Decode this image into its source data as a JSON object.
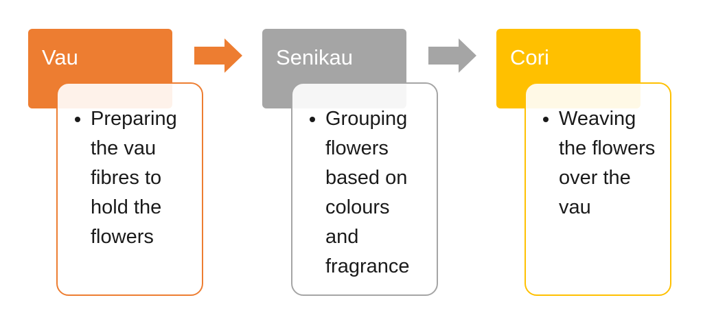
{
  "steps": [
    {
      "title": "Vau",
      "bullet": "Preparing the vau fibres to hold the flowers",
      "header_color": "#ED7D31",
      "border_color": "#ED7D31"
    },
    {
      "title": "Senikau",
      "bullet": "Grouping flowers based on colours and fragrance",
      "header_color": "#A5A5A5",
      "border_color": "#A5A5A5"
    },
    {
      "title": "Cori",
      "bullet": "Weaving the flowers over the vau",
      "header_color": "#FFC000",
      "border_color": "#FFC000"
    }
  ],
  "arrows": [
    {
      "color": "#ED7D31"
    },
    {
      "color": "#A5A5A5"
    }
  ]
}
